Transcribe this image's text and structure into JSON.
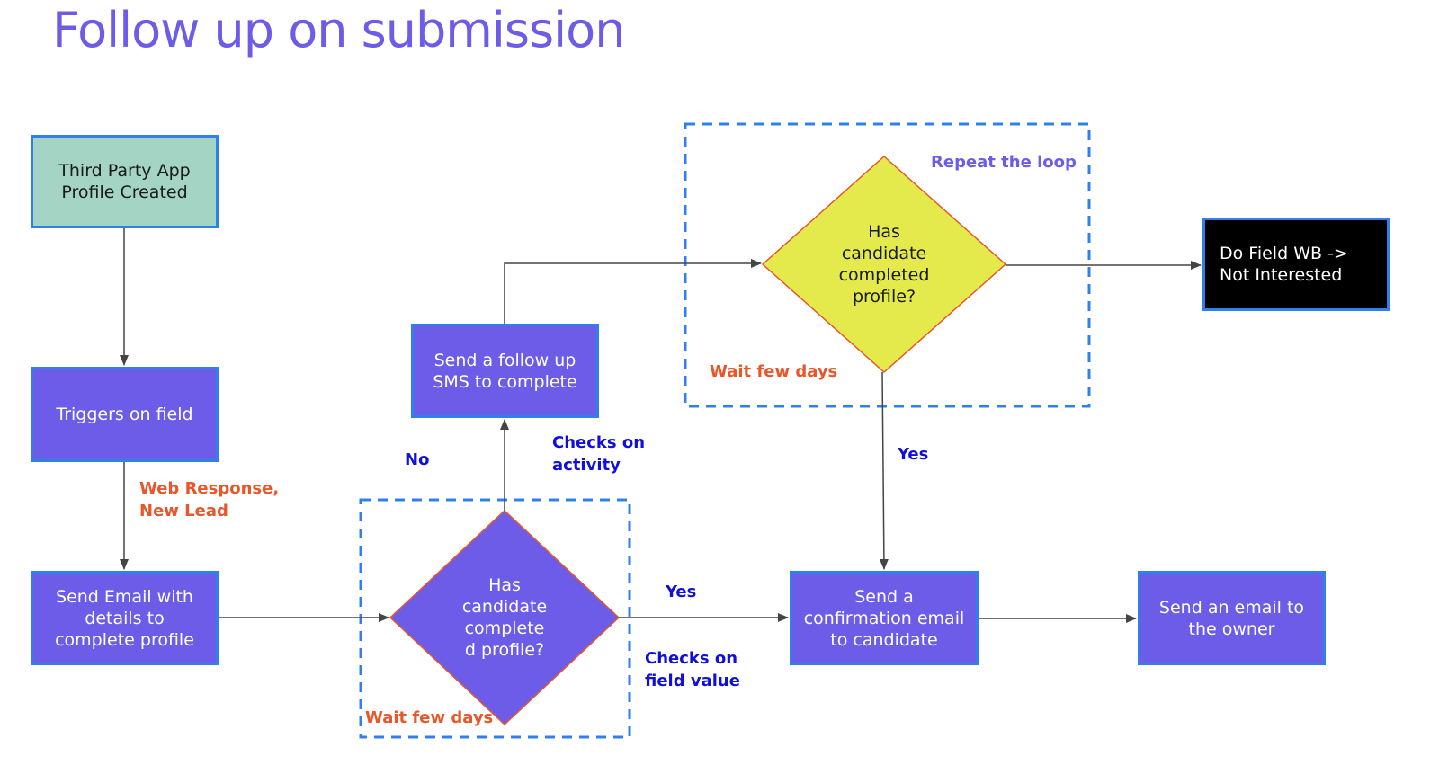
{
  "page": {
    "title": "Follow up on submission"
  },
  "colors": {
    "title": "#6c5ce7",
    "process_fill": "#6c5ce7",
    "process_border": "#2f80ed",
    "start_fill": "#a3d4c4",
    "decision_yellow": "#e4e94c",
    "decision_border": "#e8572a",
    "end_fill": "#000000",
    "dashed_group": "#2f80ed",
    "label_blue": "#1010d8",
    "label_orange": "#e8572a",
    "connector": "#444444"
  },
  "nodes": {
    "start": "Third Party App Profile Created",
    "triggers": "Triggers on field",
    "send_email": "Send Email with details to complete profile",
    "decision1": "Has\ncandidate\ncomplete\nd profile?",
    "followup_sms": "Send a follow up SMS to complete",
    "decision2": "Has\ncandidate\ncompleted\nprofile?",
    "do_field": "Do Field WB -> Not Interested",
    "confirm_email": "Send a confirmation email to candidate",
    "owner_email": "Send an email to the owner"
  },
  "labels": {
    "web_response": "Web Response,\nNew Lead",
    "no": "No",
    "checks_activity": "Checks on\nactivity",
    "yes1": "Yes",
    "checks_field": "Checks on\nfield value",
    "wait1": "Wait few days",
    "repeat_loop": "Repeat the loop",
    "wait2": "Wait few days",
    "yes2": "Yes"
  },
  "icons": {
    "arrowhead": "arrow-right-triangle"
  }
}
